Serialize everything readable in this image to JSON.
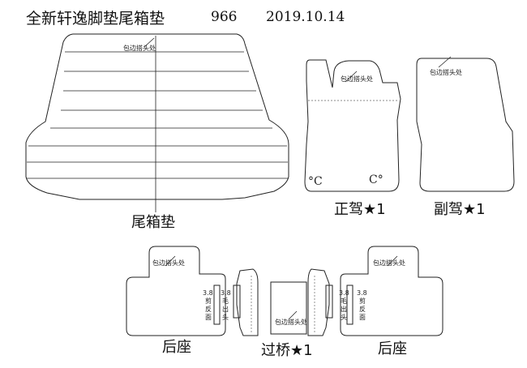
{
  "header": {
    "title": "全新轩逸脚垫尾箱垫",
    "code": "966",
    "date": "2019.10.14"
  },
  "note_label": "包边搭头处",
  "pieces": {
    "trunk": {
      "label": "尾箱垫"
    },
    "driver": {
      "label": "正驾★1",
      "mark_left": "°C",
      "mark_right": "C°"
    },
    "passenger": {
      "label": "副驾★1"
    },
    "rear_left": {
      "label": "后座",
      "strip_a": [
        "3.8",
        "剪",
        "反",
        "面"
      ],
      "strip_b": [
        "3.8",
        "毛",
        "出",
        "头"
      ]
    },
    "bridge": {
      "label": "过桥★1"
    },
    "rear_right": {
      "label": "后座",
      "strip_a": [
        "3.8",
        "毛",
        "出",
        "头"
      ],
      "strip_b": [
        "3.8",
        "剪",
        "反",
        "面"
      ]
    }
  }
}
